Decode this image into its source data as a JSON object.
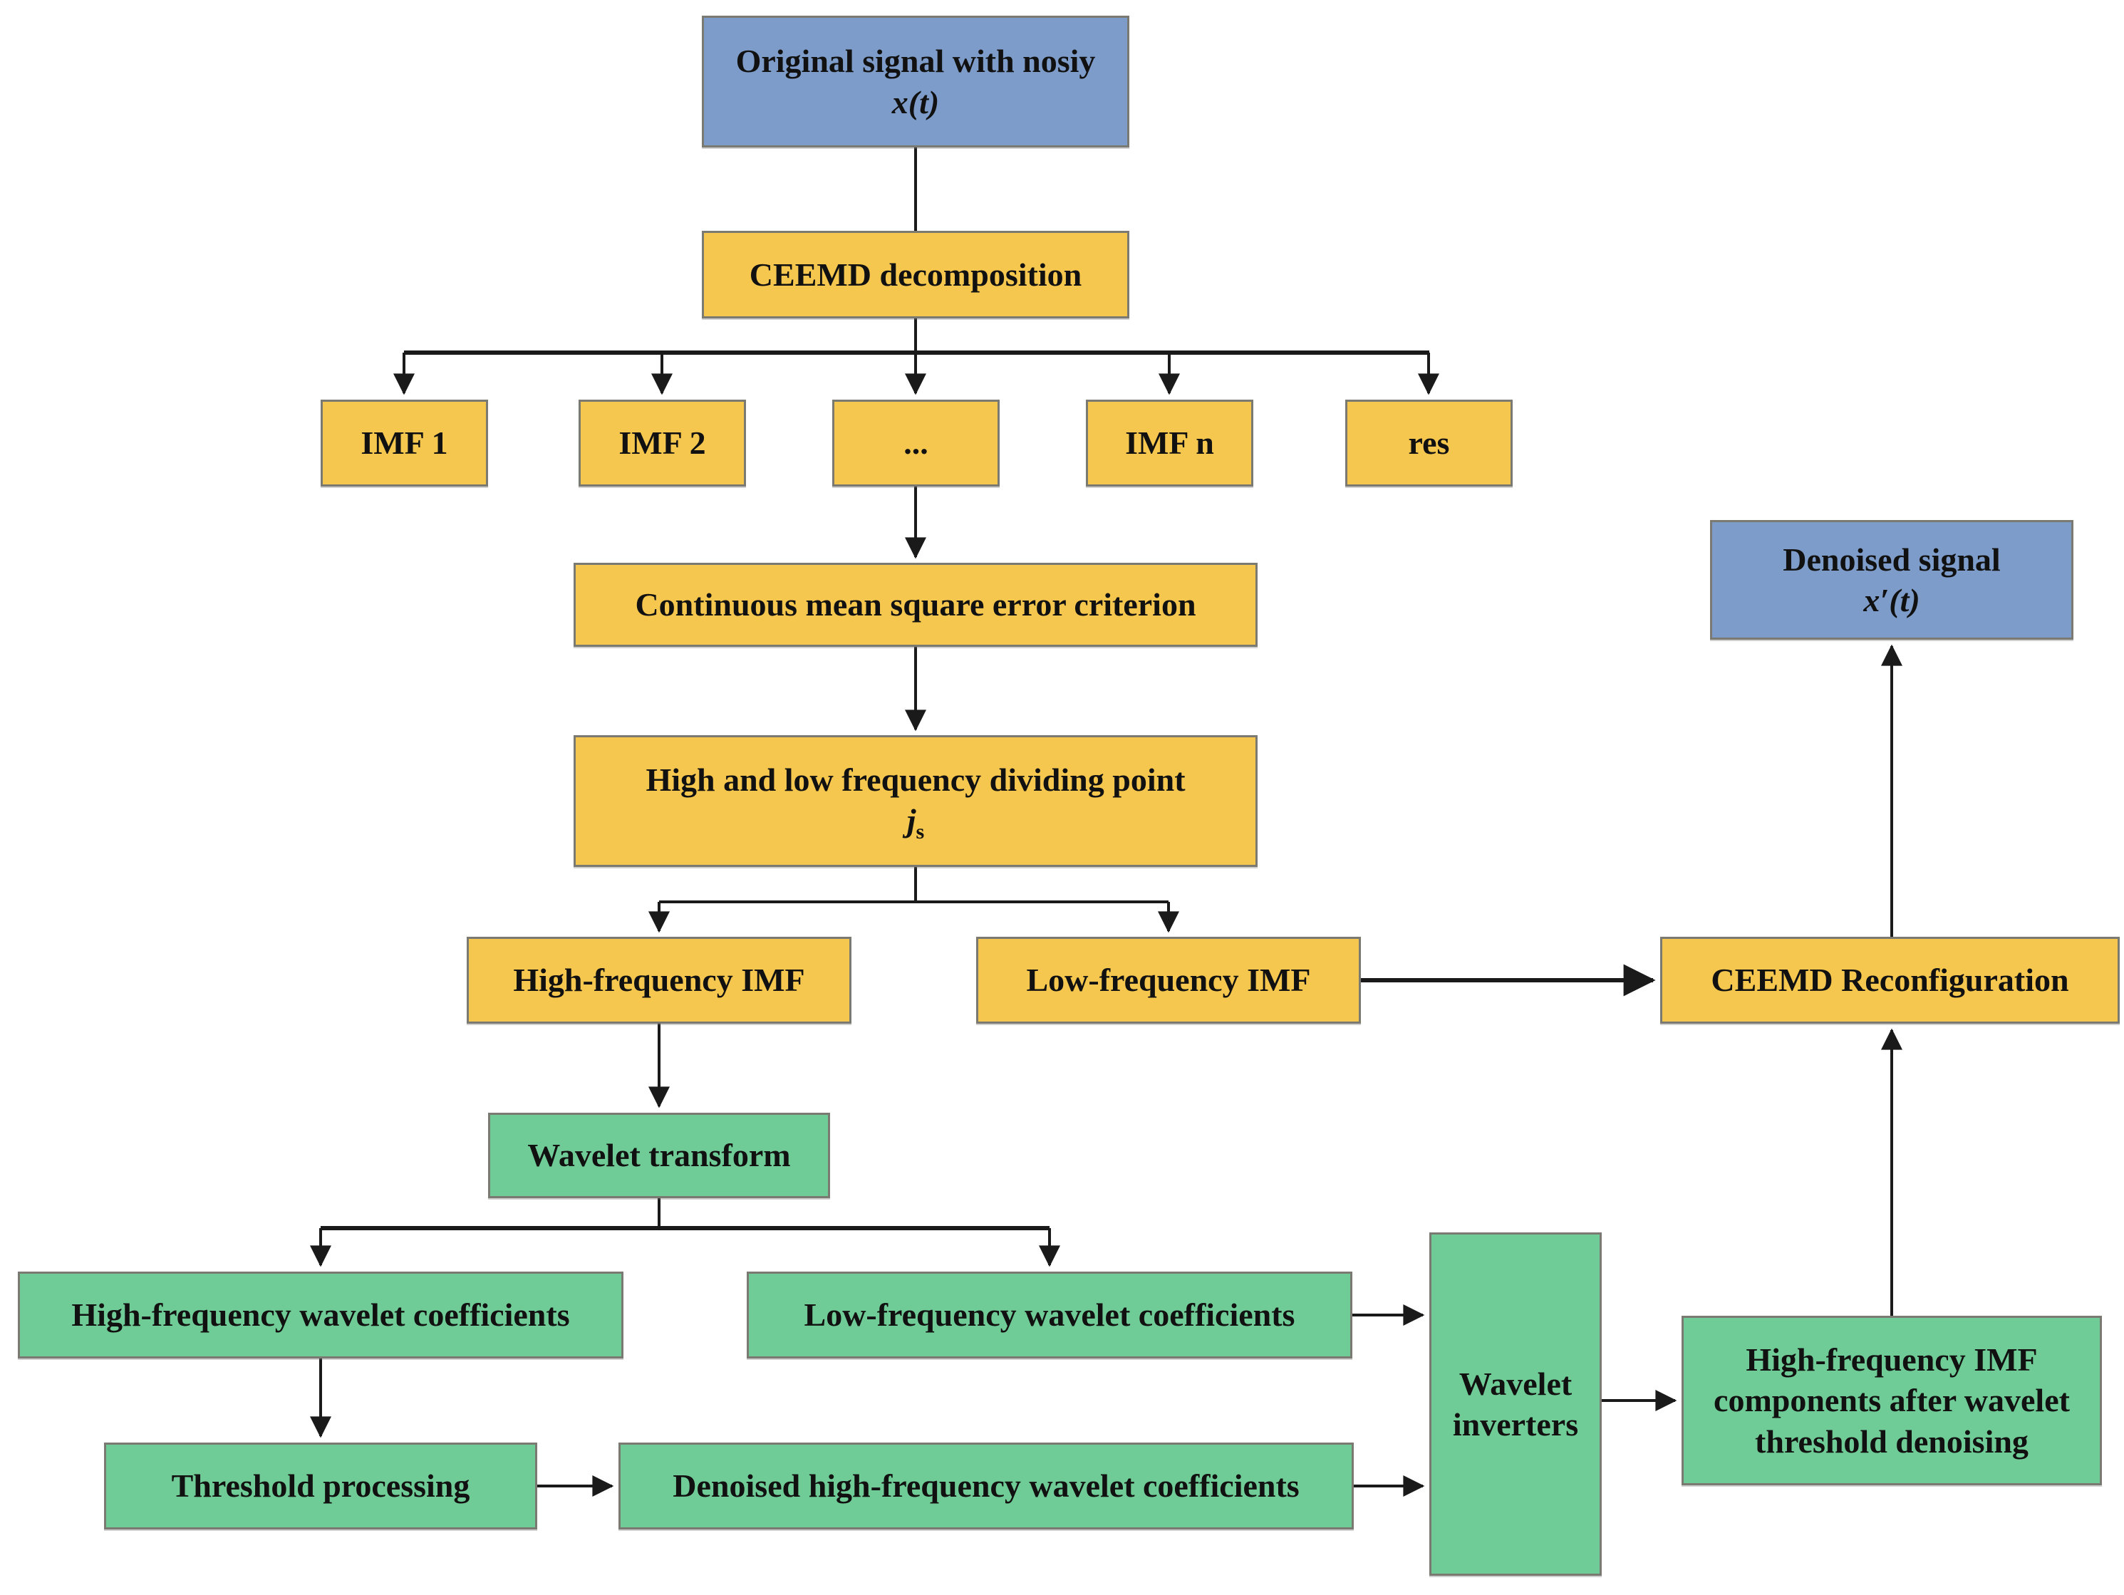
{
  "diagram": {
    "nodes": {
      "original_signal": {
        "line1": "Original signal with nosiy",
        "line2": "x(t)"
      },
      "ceemd_decomposition": {
        "label": "CEEMD decomposition"
      },
      "imf1": {
        "label": "IMF 1"
      },
      "imf2": {
        "label": "IMF 2"
      },
      "imf_dots": {
        "label": "..."
      },
      "imf_n": {
        "label": "IMF n"
      },
      "res": {
        "label": "res"
      },
      "cmse": {
        "label": "Continuous mean square error criterion"
      },
      "dividing_point": {
        "line1": "High and low frequency dividing point",
        "symbol_base": "j",
        "symbol_sub": "s"
      },
      "high_freq_imf": {
        "label": "High-frequency IMF"
      },
      "low_freq_imf": {
        "label": "Low-frequency IMF"
      },
      "ceemd_reconfiguration": {
        "label": "CEEMD Reconfiguration"
      },
      "denoised_signal": {
        "line1": "Denoised signal",
        "line2": "x′(t)"
      },
      "wavelet_transform": {
        "label": "Wavelet transform"
      },
      "hf_wavelet_coeffs": {
        "label": "High-frequency wavelet coefficients"
      },
      "lf_wavelet_coeffs": {
        "label": "Low-frequency wavelet coefficients"
      },
      "threshold_processing": {
        "label": "Threshold processing"
      },
      "denoised_hf_coeffs": {
        "label": "Denoised high-frequency wavelet coefficients"
      },
      "wavelet_inverters": {
        "label": "Wavelet inverters"
      },
      "hf_imf_components": {
        "label": "High-frequency IMF components after wavelet threshold denoising"
      }
    },
    "colors": {
      "process_yellow": "#F5C74E",
      "wavelet_green": "#70CC96",
      "signal_blue": "#7D9CC9",
      "arrow_black": "#1a1a1a"
    }
  }
}
